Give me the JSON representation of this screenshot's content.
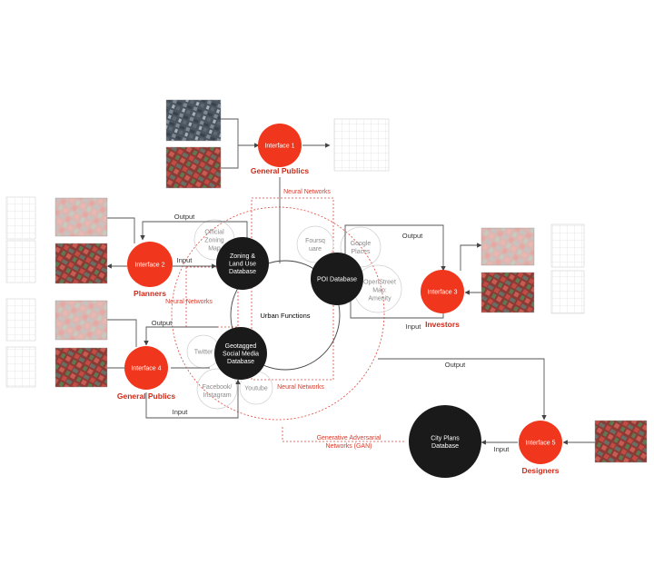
{
  "colors": {
    "interface_red": "#f0361c",
    "role_red": "#cc2a1a",
    "database_black": "#1a1a1a",
    "dashed_red": "#e0463a",
    "line_gray": "#555555",
    "source_gray": "#9a9a9a"
  },
  "interfaces": {
    "i1": "Interface 1",
    "i2": "Interface 2",
    "i3": "Interface 3",
    "i4": "Interface 4",
    "i5": "Interface 5"
  },
  "roles": {
    "i1": "General Publics",
    "i2": "Planners",
    "i3": "Investors",
    "i4": "General Publics",
    "i5": "Designers"
  },
  "databases": {
    "zoning": [
      "Zoning &",
      "Land Use",
      "Database"
    ],
    "poi": [
      "POI Database"
    ],
    "social": [
      "Geotagged",
      "Social Media",
      "Database"
    ],
    "cityplans": [
      "City Plans",
      "Database"
    ]
  },
  "center_label": "Urban Functions",
  "sources": {
    "official_zoning": [
      "Official",
      "Zoning",
      "Map"
    ],
    "foursquare": [
      "Foursq",
      "uare"
    ],
    "google": [
      "Google",
      "Places"
    ],
    "osm": [
      "OpenStreet",
      "Map:",
      "Amenity"
    ],
    "twitter": [
      "Twitter"
    ],
    "facebook": [
      "Facebook/",
      "Instagram"
    ],
    "youtube": [
      "Youtube"
    ]
  },
  "networks": {
    "nn_top": "Neural Networks",
    "nn_left": "Neural Networks",
    "nn_right": "Neural Networks",
    "gan": [
      "Generative Adversarial",
      "Networks (GAN)"
    ]
  },
  "flows": {
    "output_planners": "Output",
    "input_planners": "Input",
    "output_investors": "Output",
    "input_investors": "Input",
    "output_publics": "Output",
    "input_publics": "Input",
    "output_designers": "Output",
    "input_designers": "Input"
  }
}
